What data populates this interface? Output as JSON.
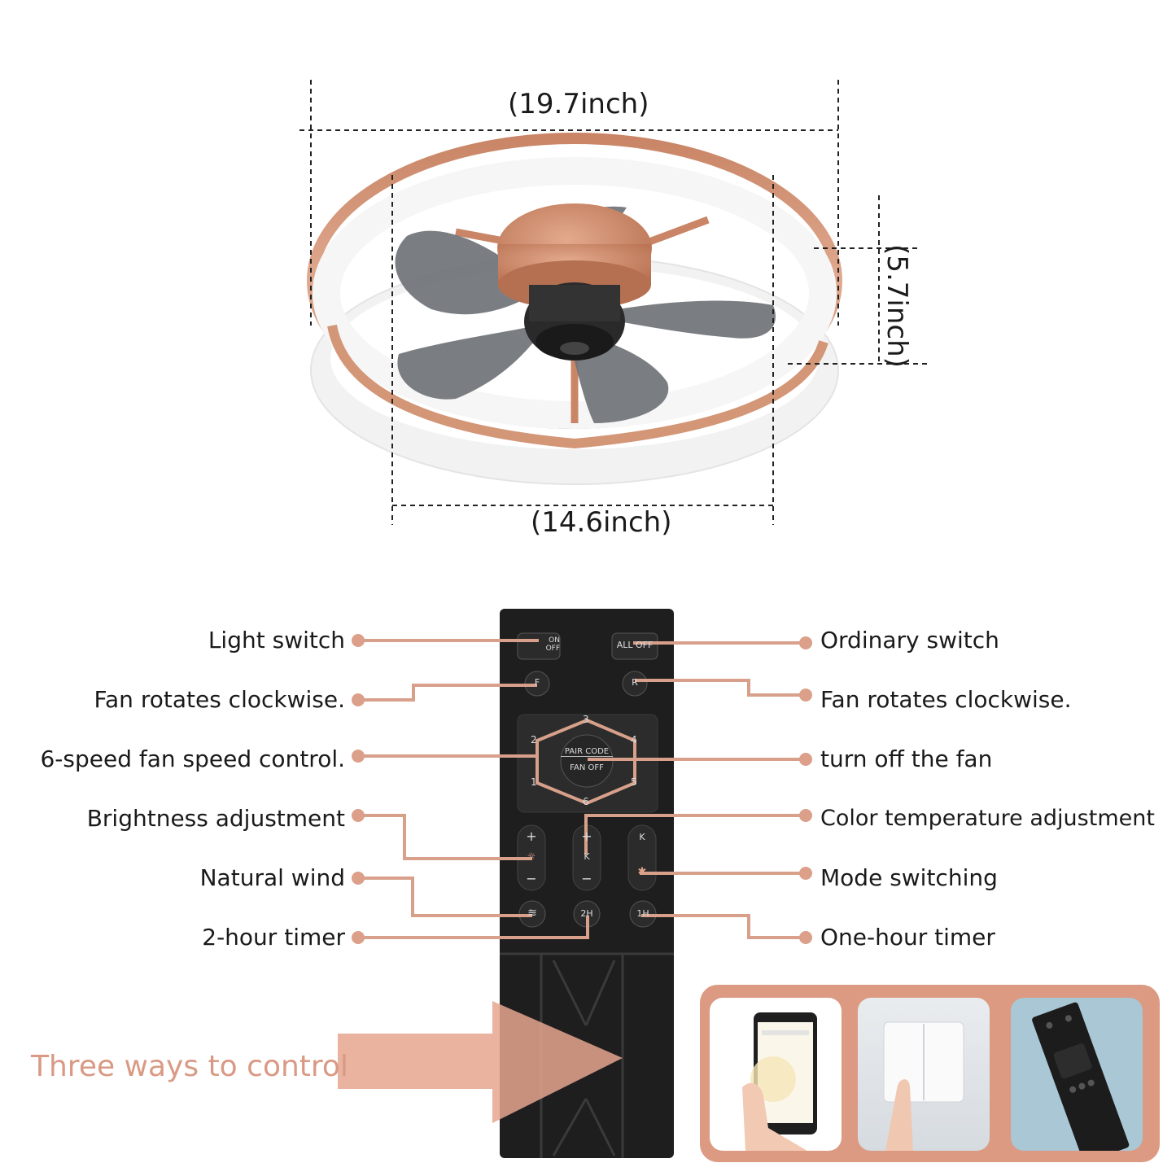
{
  "dimensions": {
    "width_label": "(19.7inch)",
    "inner_width_label": "(14.6inch)",
    "height_label": "(5.7inch)"
  },
  "remote": {
    "on_off_label_top": "ON",
    "on_off_label_bottom": "OFF",
    "all_off_label": "ALL OFF",
    "forward_label": "F",
    "reverse_label": "R",
    "pair_code_label": "PAIR CODE",
    "fan_off_label": "FAN OFF",
    "speeds": [
      "1",
      "2",
      "3",
      "4",
      "5",
      "6"
    ],
    "plus_label": "+",
    "minus_label": "−",
    "color_temp_label": "K",
    "timer_2h_label": "2H",
    "timer_1h_label": "1H"
  },
  "callouts": {
    "left": [
      "Light switch",
      "Fan rotates clockwise.",
      "6-speed fan speed control.",
      "Brightness adjustment",
      "Natural wind",
      "2-hour timer"
    ],
    "right": [
      "Ordinary switch",
      "Fan rotates clockwise.",
      "turn off the fan",
      "Color temperature adjustment",
      "Mode switching",
      "One-hour timer"
    ]
  },
  "control": {
    "headline": "Three ways to control",
    "thumbnails": [
      "phone-app",
      "wall-switch",
      "remote-control"
    ]
  },
  "colors": {
    "accent": "#dc9a82",
    "rose_gold": "#d39676",
    "remote_body": "#1e1e1e",
    "blade": "#6f7378"
  }
}
